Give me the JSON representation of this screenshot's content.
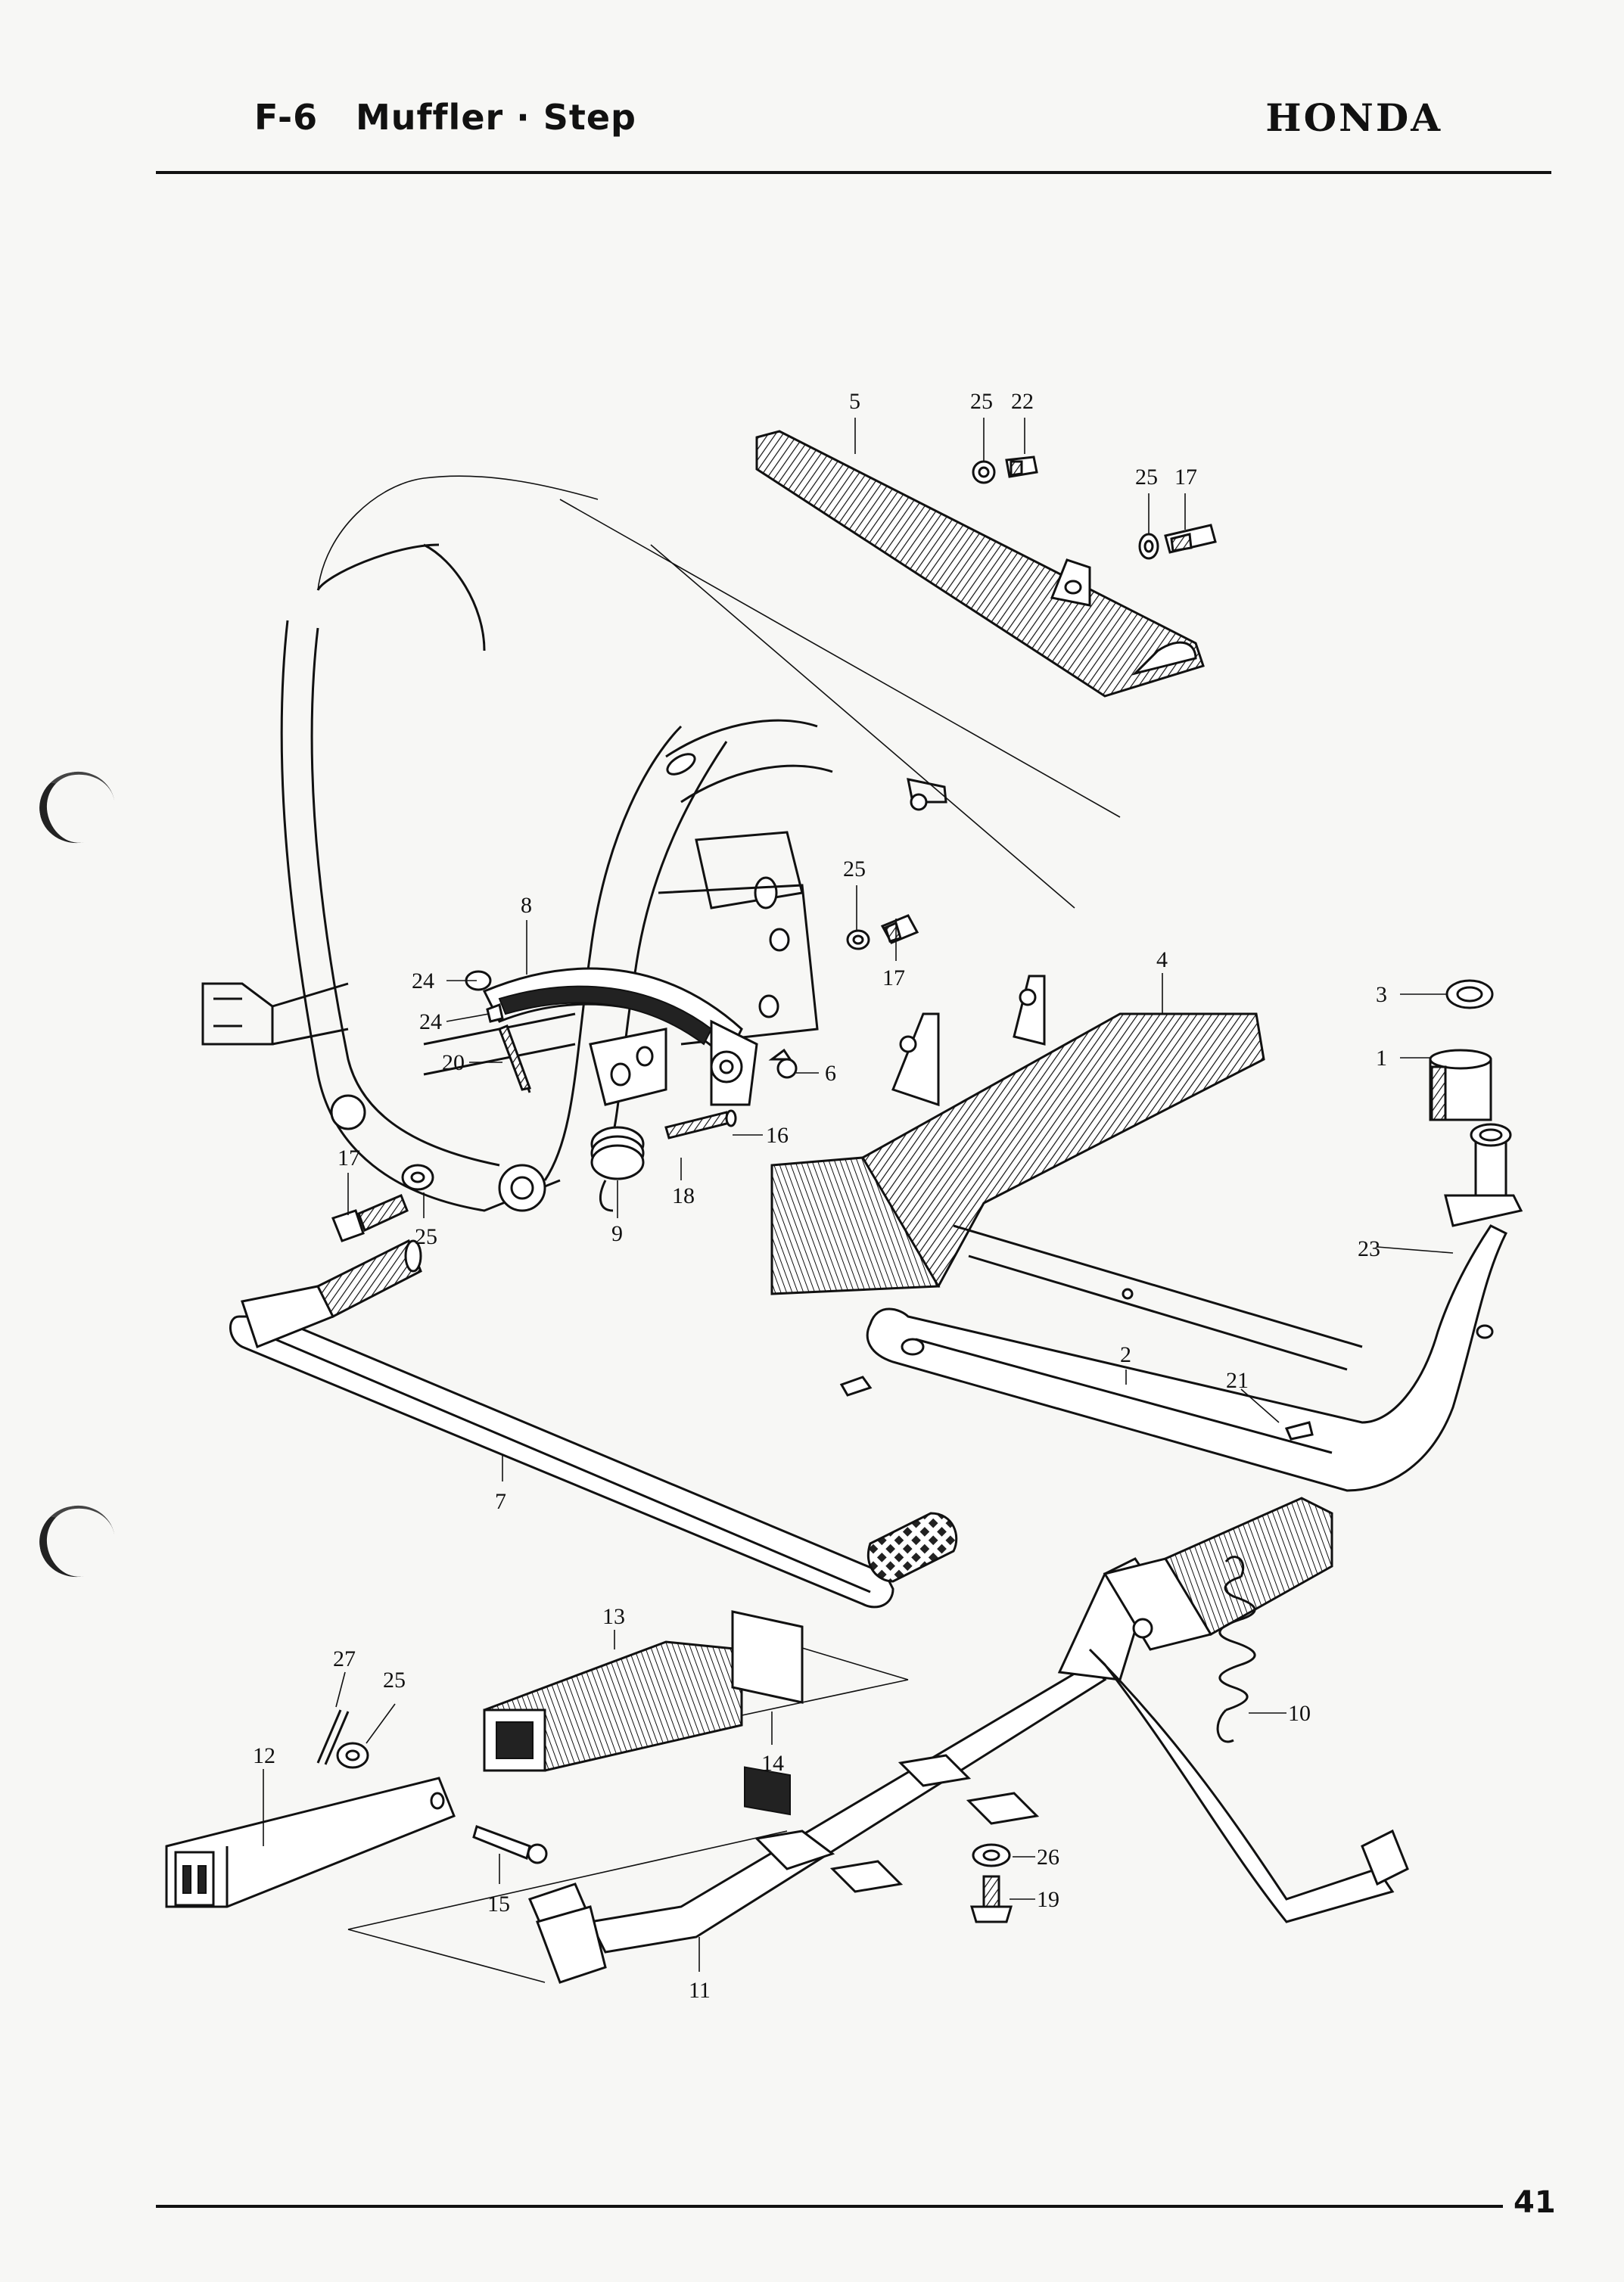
{
  "header": {
    "code": "F-6",
    "title": "Muffler · Step",
    "brand": "HONDA"
  },
  "footer": {
    "page_number": "41"
  },
  "diagram": {
    "part_labels": [
      "5",
      "25",
      "22",
      "25",
      "17",
      "25",
      "17",
      "4",
      "3",
      "1",
      "8",
      "24",
      "24",
      "20",
      "6",
      "16",
      "17",
      "25",
      "18",
      "9",
      "23",
      "2",
      "21",
      "7",
      "13",
      "27",
      "25",
      "12",
      "14",
      "15",
      "11",
      "10",
      "26",
      "19"
    ]
  }
}
